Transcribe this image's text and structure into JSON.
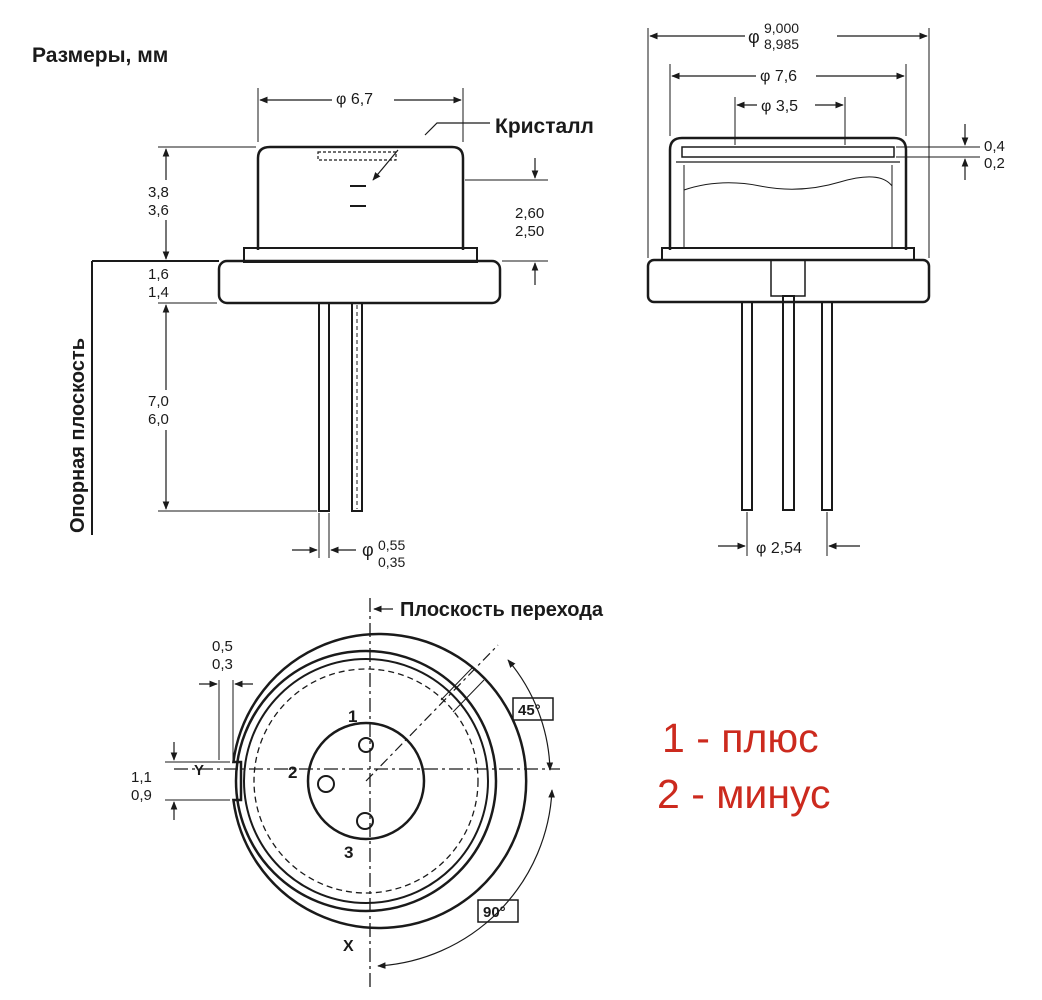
{
  "title": "Размеры, мм",
  "side_view": {
    "diameter_cap": "φ 6,7",
    "crystal_label": "Кристалл",
    "cap_height": [
      "3,8",
      "3,6"
    ],
    "crystal_depth": [
      "2,60",
      "2,50"
    ],
    "flange_height": [
      "1,6",
      "1,4"
    ],
    "lead_length": [
      "7,0",
      "6,0"
    ],
    "reference_plane": "Опорная плоскость",
    "lead_diameter_symbol": "φ",
    "lead_diameter": [
      "0,55",
      "0,35"
    ]
  },
  "section_view": {
    "outer_diameter_symbol": "φ",
    "outer_diameter": [
      "9,000",
      "8,985"
    ],
    "cap_diameter": "φ 7,6",
    "window_diameter": "φ 3,5",
    "window_thickness": [
      "0,4",
      "0,2"
    ],
    "pin_circle": "φ 2,54"
  },
  "bottom_view": {
    "junction_plane": "Плоскость перехода",
    "key_width": [
      "0,5",
      "0,3"
    ],
    "key_depth": [
      "1,1",
      "0,9"
    ],
    "axis_y": "Y",
    "axis_x": "X",
    "pin_labels": [
      "1",
      "2",
      "3"
    ],
    "angle_45": "45°",
    "angle_90": "90°"
  },
  "legend": {
    "line1": "1 - плюс",
    "line2": "2 - минус"
  }
}
